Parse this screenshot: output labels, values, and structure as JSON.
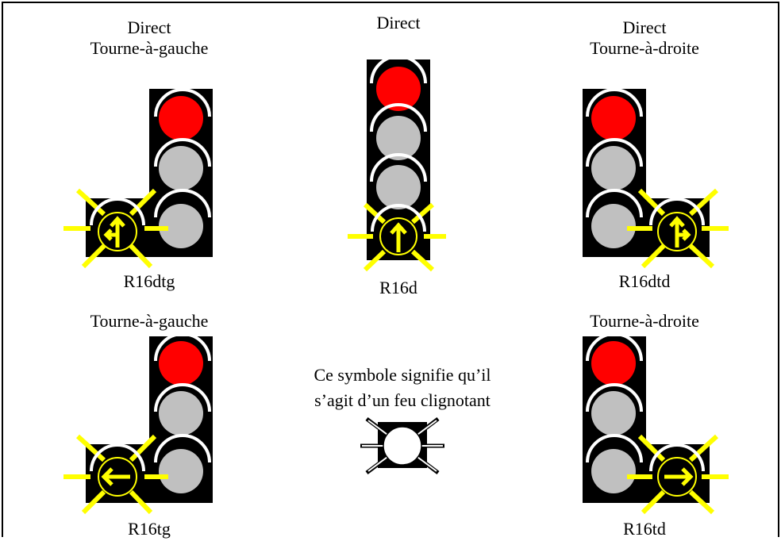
{
  "colors": {
    "housing": "#000000",
    "red_lamp": "#ff0000",
    "off_lamp": "#c0c0c0",
    "visor": "#ffffff",
    "flash_rays": "#ffff00",
    "arrow": "#ffff00",
    "border": "#000000"
  },
  "signals": {
    "r16dtg": {
      "title_line1": "Direct",
      "title_line2": "Tourne-à-gauche",
      "code": "R16dtg",
      "arrow_icon": "straight-and-left-arrow-icon"
    },
    "r16d": {
      "title_line1": "Direct",
      "code": "R16d",
      "arrow_icon": "straight-arrow-icon"
    },
    "r16dtd": {
      "title_line1": "Direct",
      "title_line2": "Tourne-à-droite",
      "code": "R16dtd",
      "arrow_icon": "straight-and-right-arrow-icon"
    },
    "r16tg": {
      "title_line1": "Tourne-à-gauche",
      "code": "R16tg",
      "arrow_icon": "left-arrow-icon"
    },
    "r16td": {
      "title_line1": "Tourne-à-droite",
      "code": "R16td",
      "arrow_icon": "right-arrow-icon"
    }
  },
  "legend": {
    "line1": "Ce symbole signifie qu’il",
    "line2": "s’agit d’un feu clignotant",
    "icon": "flashing-light-icon"
  }
}
